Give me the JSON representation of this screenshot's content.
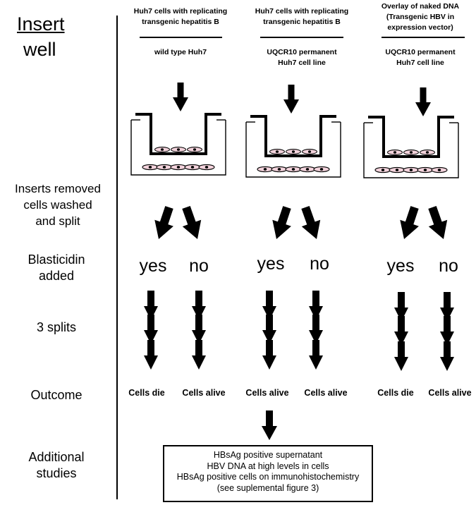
{
  "row_labels": {
    "insert": "Insert",
    "well": "well",
    "inserts_removed": [
      "Inserts removed",
      "cells washed",
      "and split"
    ],
    "blasticidin": [
      "Blasticidin",
      "added"
    ],
    "splits": "3 splits",
    "outcome": "Outcome",
    "additional": [
      "Additional",
      "studies"
    ]
  },
  "columns": [
    {
      "insert_text": [
        "Huh7 cells with replicating",
        "transgenic hepatitis B"
      ],
      "well_text": [
        "wild type Huh7"
      ],
      "yes": "yes",
      "no": "no",
      "outcome_yes": "Cells die",
      "outcome_no": "Cells alive"
    },
    {
      "insert_text": [
        "Huh7 cells with replicating",
        "transgenic hepatitis B"
      ],
      "well_text": [
        "UQCR10 permanent",
        "Huh7 cell line"
      ],
      "yes": "yes",
      "no": "no",
      "outcome_yes": "Cells alive",
      "outcome_no": "Cells alive"
    },
    {
      "insert_text": [
        "Overlay of naked DNA",
        "(Transgenic HBV in",
        "expression vector)"
      ],
      "well_text": [
        "UQCR10 permanent",
        "Huh7 cell line"
      ],
      "yes": "yes",
      "no": "no",
      "outcome_yes": "Cells die",
      "outcome_no": "Cells alive"
    }
  ],
  "additional_studies": [
    "HBsAg positive supernatant",
    "HBV DNA at high levels in cells",
    "HBsAg positive cells on immunohistochemistry",
    "(see suplemental figure 3)"
  ],
  "colors": {
    "ink": "#000000",
    "cell_fill": "#f3d3dc",
    "background": "#ffffff"
  }
}
